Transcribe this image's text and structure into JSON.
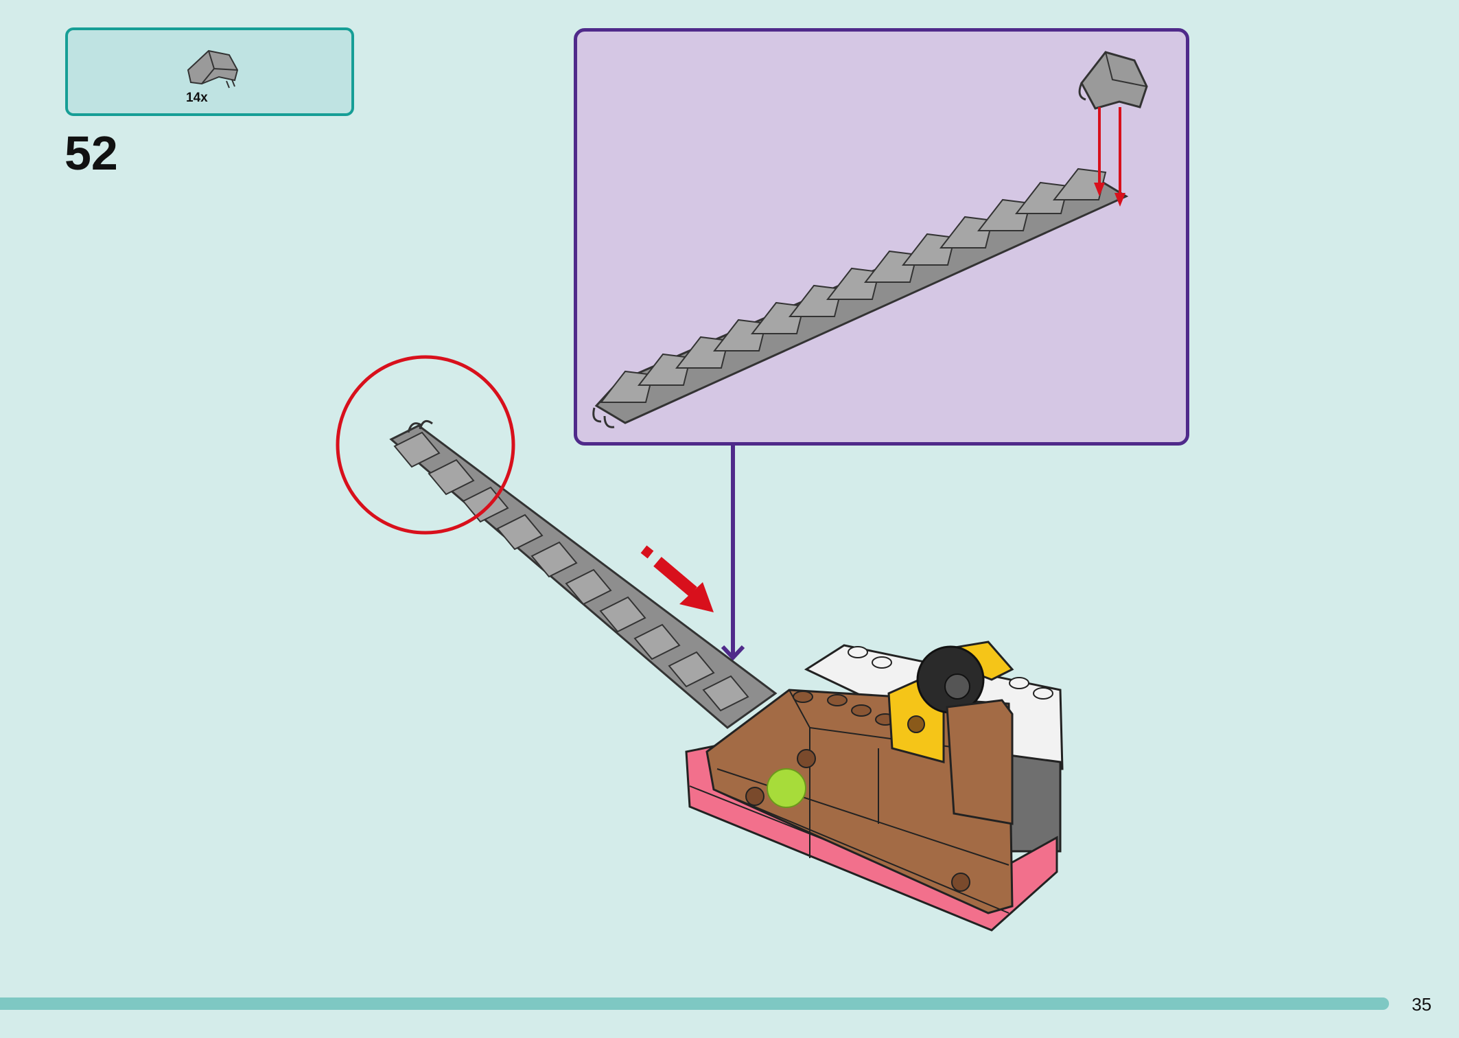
{
  "parts_list": {
    "items": [
      {
        "icon": "gray-clip-brick-icon",
        "quantity": "14x"
      }
    ]
  },
  "step": {
    "number": "52"
  },
  "page": {
    "number": "35"
  },
  "colors": {
    "background": "#d4ecea",
    "parts_box_border": "#169e96",
    "callout_border": "#4f2a8a",
    "callout_fill": "#d5c7e4",
    "highlight_red": "#d8101c",
    "progress_bar": "#7ec8c3"
  }
}
